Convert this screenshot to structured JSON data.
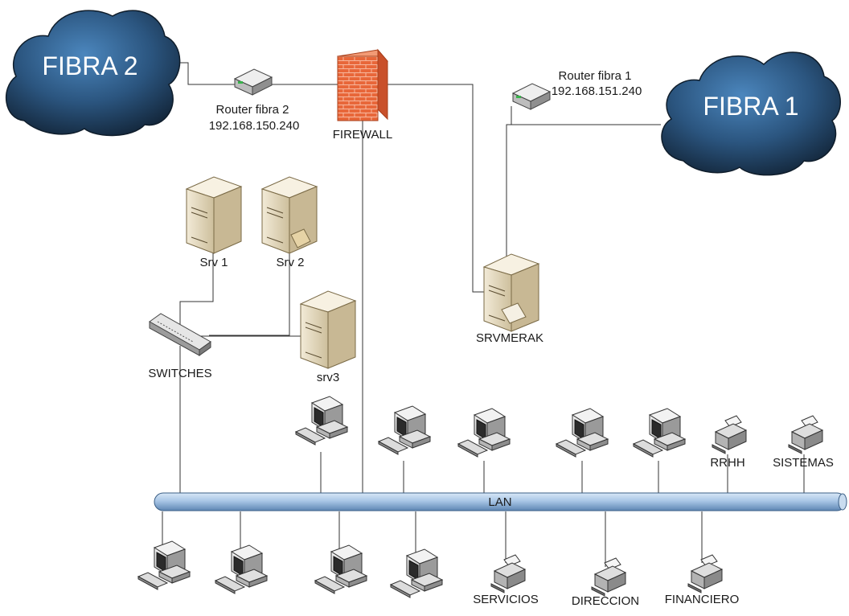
{
  "clouds": {
    "fibra2": "FIBRA 2",
    "fibra1": "FIBRA 1"
  },
  "routers": {
    "fibra2": {
      "name": "Router fibra 2",
      "ip": "192.168.150.240"
    },
    "fibra1": {
      "name": "Router fibra 1",
      "ip": "192.168.151.240"
    }
  },
  "firewall": "FIREWALL",
  "servers": {
    "srv1": "Srv 1",
    "srv2": "Srv 2",
    "srv3": "srv3",
    "srvmerak": "SRVMERAK"
  },
  "switch": "SWITCHES",
  "lan": "LAN",
  "printers": {
    "rrhh": "RRHH",
    "sistemas": "SISTEMAS",
    "servicios": "SERVICIOS",
    "direccion": "DIRECCION",
    "financiero": "FINANCIERO"
  },
  "colors": {
    "cloud_dark": "#1b3046",
    "cloud_light": "#3f79ad",
    "firewall": "#e8673a",
    "lan_bus": "#a9c6e6",
    "server_body": "#e7dcc2"
  }
}
